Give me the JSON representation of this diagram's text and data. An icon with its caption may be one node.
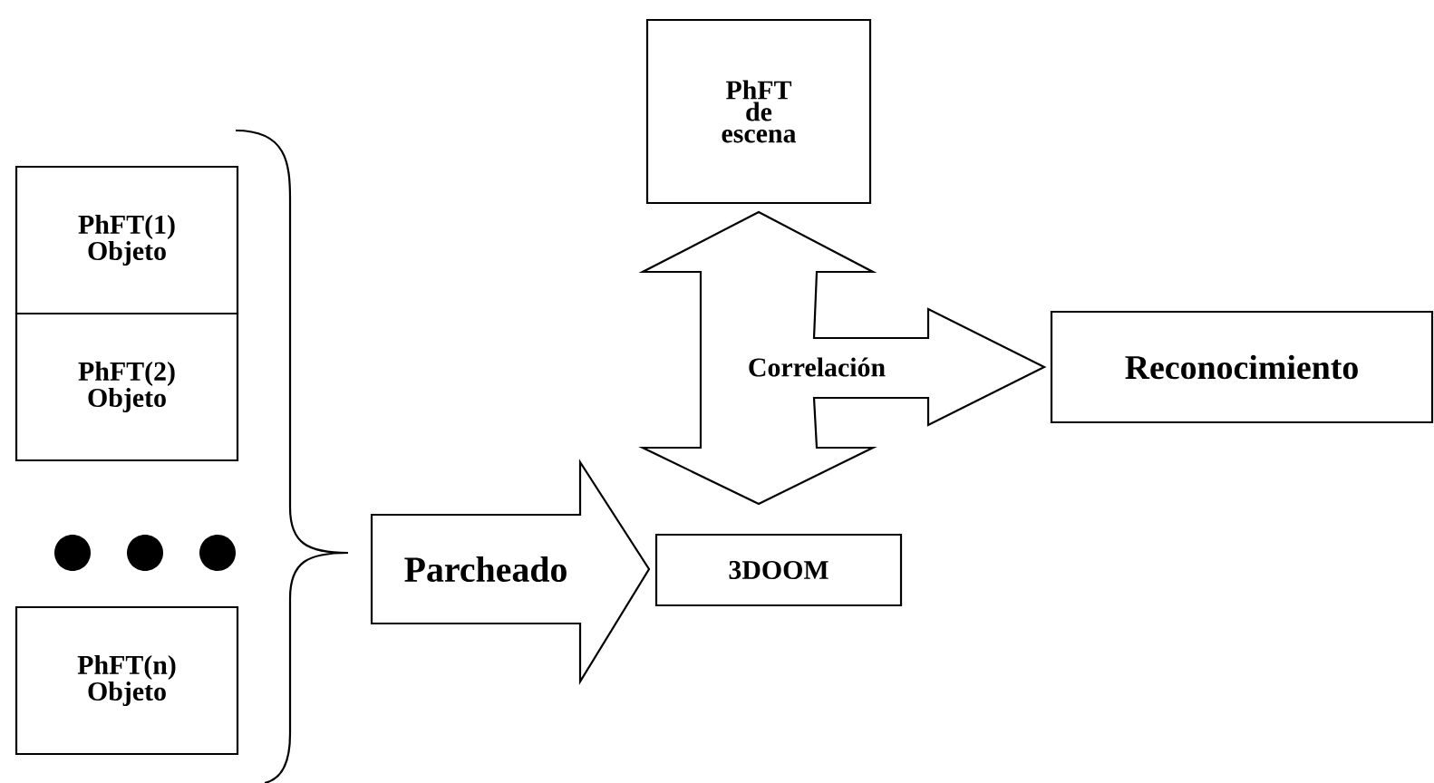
{
  "diagram": {
    "nodes": [
      {
        "text": [
          "PhFT(1) Objeto"
        ]
      },
      {
        "text": [
          "PhFT(2) Objeto"
        ]
      },
      {
        "text": [
          "PhFT(n) Objeto"
        ]
      },
      {
        "text": [
          "PhFT de escena"
        ]
      },
      {
        "text": [
          "Reconocimiento"
        ]
      },
      {
        "text": [
          "Parcheado"
        ]
      },
      {
        "text": [
          "3DOOM"
        ]
      }
    ],
    "edges": [
      {
        "from": 6,
        "to": 3,
        "arrow": "both",
        "label": "Correlación"
      },
      {
        "from": 3,
        "to": 4,
        "arrow": "to"
      },
      {
        "from": 6,
        "to": 4,
        "arrow": "to"
      }
    ]
  }
}
